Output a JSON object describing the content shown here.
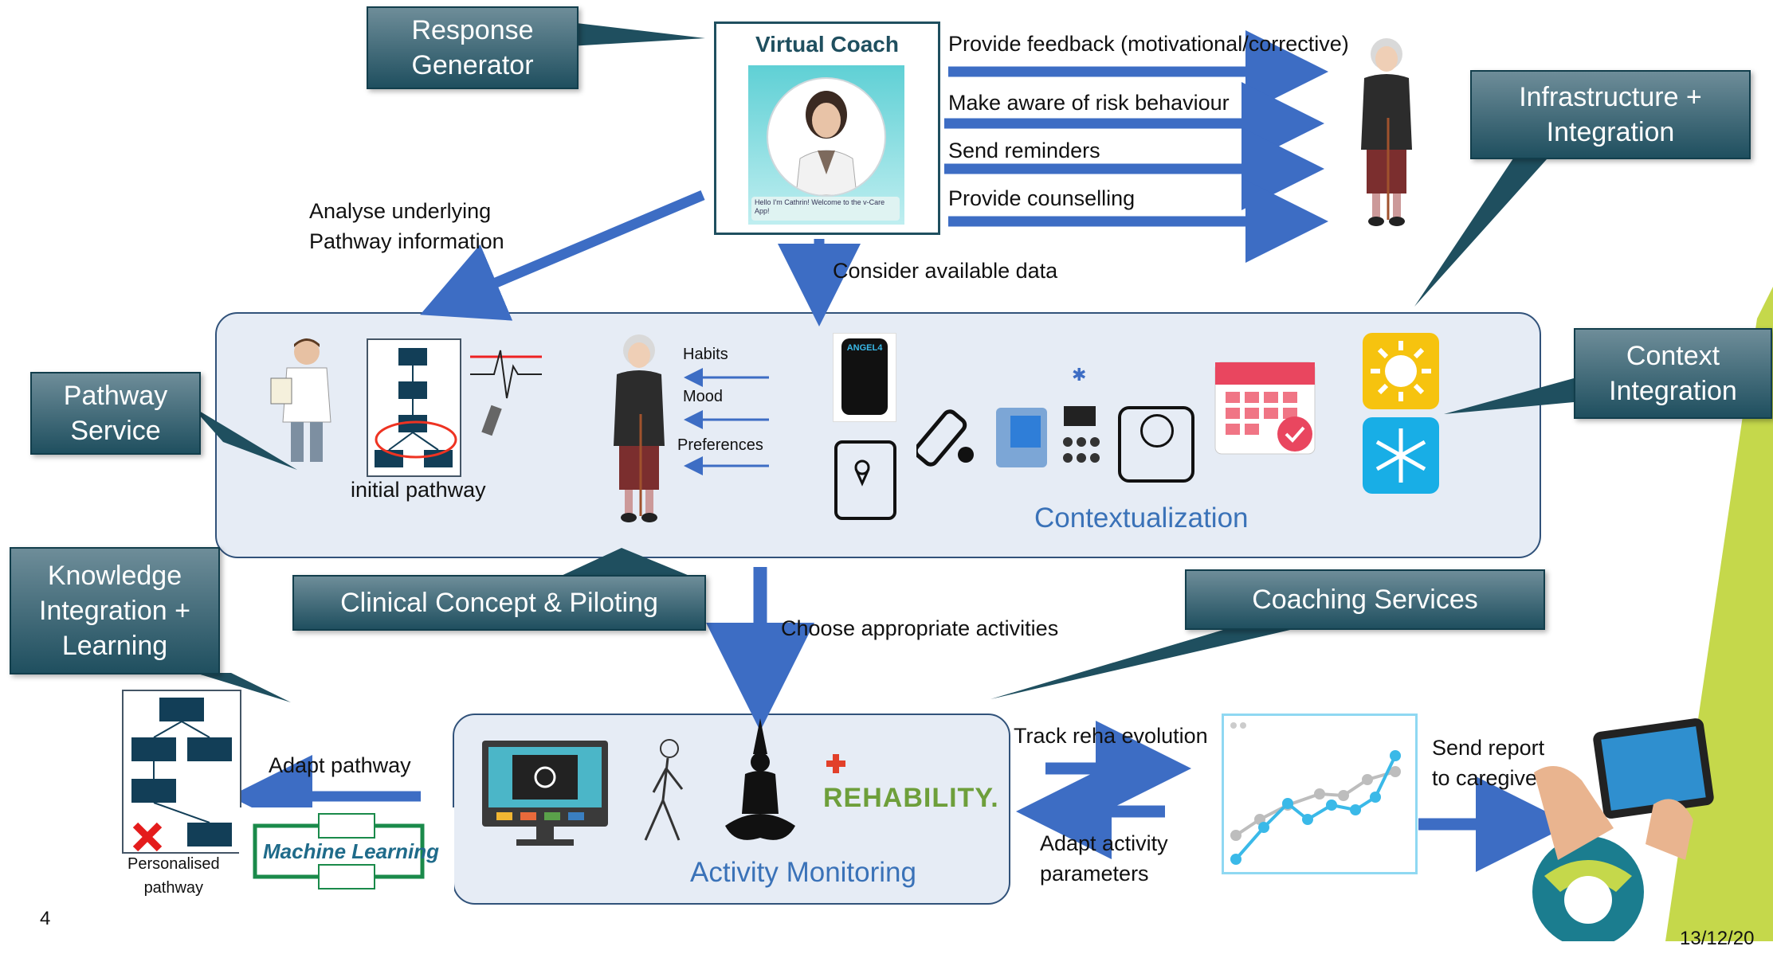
{
  "callouts": {
    "response_generator": "Response\nGenerator",
    "infrastructure": "Infrastructure +\nIntegration",
    "pathway_service": "Pathway\nService",
    "context_integration": "Context\nIntegration",
    "clinical": "Clinical Concept & Piloting",
    "knowledge": "Knowledge\nIntegration +\nLearning",
    "coaching": "Coaching Services"
  },
  "virtual_coach": {
    "title": "Virtual Coach",
    "chat": "Hello I'm Cathrin! Welcome to the v-Care App!"
  },
  "coach_actions": [
    "Provide feedback (motivational/corrective)",
    "Make aware of risk behaviour",
    "Send reminders",
    "Provide counselling"
  ],
  "labels": {
    "analyse": "Analyse underlying\nPathway information",
    "consider": "Consider available data",
    "initial_pathway": "initial pathway",
    "habits": "Habits",
    "mood": "Mood",
    "preferences": "Preferences",
    "contextualization": "Contextualization",
    "choose": "Choose appropriate activities",
    "adapt_pathway": "Adapt pathway",
    "personalised": "Personalised\npathway",
    "machine_learning": "Machine Learning",
    "activity_monitoring": "Activity Monitoring",
    "rehability": "REHABILITY.",
    "track": "Track reha evolution",
    "adapt_activity": "Adapt activity\nparameters",
    "send_report": "Send report\nto caregiver",
    "page_number": "4",
    "date": "13/12/20",
    "device_brand": "ANGEL4"
  },
  "colors": {
    "arrow": "#3d6dc4",
    "callout_dark": "#1f4f5f",
    "panel_bg": "#e6ecf5",
    "panel_border": "#31527a",
    "accent_text": "#3a72b8",
    "lime": "#c5d84b",
    "chart_blue": "#3ab9e8",
    "chart_gray": "#bdbdbd"
  },
  "icons": [
    "elderly-woman-icon",
    "doctor-icon",
    "flowchart-icon",
    "ecg-icon",
    "smartwatch-icon",
    "phone-location-icon",
    "pill-box-icon",
    "blood-pressure-icon",
    "wrist-sensor-icon",
    "scale-icon",
    "calendar-icon",
    "sun-icon",
    "snowflake-icon",
    "monitor-video-icon",
    "walking-person-icon",
    "yoga-icon",
    "chart-icon",
    "tablet-icon",
    "logo-icon"
  ]
}
